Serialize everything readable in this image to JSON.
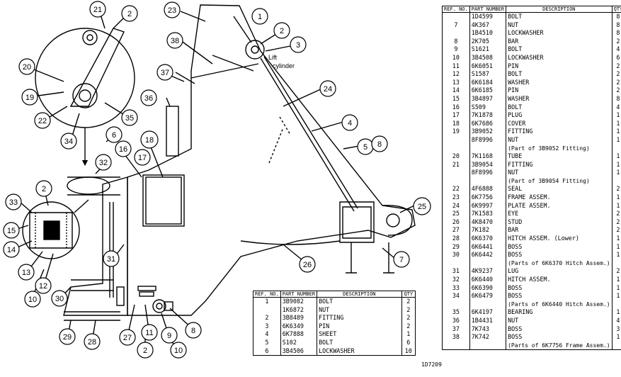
{
  "callouts": {
    "c1": "1",
    "c2a": "2",
    "c2b": "2",
    "c2c": "2",
    "c2d": "2",
    "c3": "3",
    "c4": "4",
    "c5": "5",
    "c6": "6",
    "c7": "7",
    "c8a": "8",
    "c8b": "8",
    "c9": "9",
    "c10a": "10",
    "c10b": "10",
    "c11": "11",
    "c12": "12",
    "c13": "13",
    "c14": "14",
    "c15": "15",
    "c16": "16",
    "c17": "17",
    "c18": "18",
    "c19": "19",
    "c20": "20",
    "c21": "21",
    "c22": "22",
    "c23": "23",
    "c24": "24",
    "c25": "25",
    "c26": "26",
    "c27": "27",
    "c28": "28",
    "c29": "29",
    "c30": "30",
    "c31": "31",
    "c32": "32",
    "c33": "33",
    "c34": "34",
    "c35": "35",
    "c36": "36",
    "c37": "37",
    "c38": "38"
  },
  "notes": {
    "cylinder_line1": "Lift",
    "cylinder_line2": "cylinder"
  },
  "table_headers": {
    "ref": "REF. NO.",
    "part": "PART NUMBER",
    "desc": "DESCRIPTION",
    "qty": "QTY"
  },
  "table_right_rows": [
    {
      "ref": "",
      "part": "1D4599",
      "desc": "BOLT",
      "qty": "8"
    },
    {
      "ref": "7",
      "part": "4K367",
      "desc": "NUT",
      "qty": "8"
    },
    {
      "ref": "",
      "part": "1B4510",
      "desc": "LOCKWASHER",
      "qty": "8"
    },
    {
      "ref": "8",
      "part": "2K705",
      "desc": "BAR",
      "qty": "2"
    },
    {
      "ref": "9",
      "part": "S1621",
      "desc": "BOLT",
      "qty": "4"
    },
    {
      "ref": "10",
      "part": "3B4508",
      "desc": "LOCKWASHER",
      "qty": "6"
    },
    {
      "ref": "11",
      "part": "6K6051",
      "desc": "PIN",
      "qty": "2"
    },
    {
      "ref": "12",
      "part": "S1587",
      "desc": "BOLT",
      "qty": "2"
    },
    {
      "ref": "13",
      "part": "6K6184",
      "desc": "WASHER",
      "qty": "2"
    },
    {
      "ref": "14",
      "part": "6K6185",
      "desc": "PIN",
      "qty": "2"
    },
    {
      "ref": "15",
      "part": "3B4897",
      "desc": "WASHER",
      "qty": "8"
    },
    {
      "ref": "16",
      "part": "S509",
      "desc": "BOLT",
      "qty": "4"
    },
    {
      "ref": "17",
      "part": "7K1878",
      "desc": "PLUG",
      "qty": "1"
    },
    {
      "ref": "18",
      "part": "6K7686",
      "desc": "COVER",
      "qty": "1"
    },
    {
      "ref": "19",
      "part": "3B9052",
      "desc": "FITTING",
      "qty": "1"
    },
    {
      "ref": "",
      "part": "8F8996",
      "desc": "NUT",
      "qty": "1"
    },
    {
      "ref": "",
      "part": "",
      "desc": "(Part of 3B9052 Fitting)",
      "qty": "",
      "note": true
    },
    {
      "ref": "20",
      "part": "7K1168",
      "desc": "TUBE",
      "qty": "1"
    },
    {
      "ref": "21",
      "part": "3B9054",
      "desc": "FITTING",
      "qty": "1"
    },
    {
      "ref": "",
      "part": "8F8996",
      "desc": "NUT",
      "qty": "1"
    },
    {
      "ref": "",
      "part": "",
      "desc": "(Part of 3B9054 Fitting)",
      "qty": "",
      "note": true
    },
    {
      "ref": "22",
      "part": "4F6888",
      "desc": "SEAL",
      "qty": "2"
    },
    {
      "ref": "23",
      "part": "6K7756",
      "desc": "FRAME ASSEM.",
      "qty": "1"
    },
    {
      "ref": "24",
      "part": "6K9997",
      "desc": "PLATE ASSEM.",
      "qty": "1"
    },
    {
      "ref": "25",
      "part": "7K1583",
      "desc": "EYE",
      "qty": "2"
    },
    {
      "ref": "26",
      "part": "4K8470",
      "desc": "STUD",
      "qty": "2"
    },
    {
      "ref": "27",
      "part": "7K182",
      "desc": "BAR",
      "qty": "2"
    },
    {
      "ref": "28",
      "part": "6K6370",
      "desc": "HITCH ASSEM. (Lower)",
      "qty": "1"
    },
    {
      "ref": "29",
      "part": "6K6441",
      "desc": "BOSS",
      "qty": "1"
    },
    {
      "ref": "30",
      "part": "6K6442",
      "desc": "BOSS",
      "qty": "1"
    },
    {
      "ref": "",
      "part": "",
      "desc": "(Parts of 6K6370 Hitch Assem.)",
      "qty": "",
      "note": true
    },
    {
      "ref": "31",
      "part": "4K9237",
      "desc": "LUG",
      "qty": "2"
    },
    {
      "ref": "32",
      "part": "6K6440",
      "desc": "HITCH ASSEM.",
      "qty": "1"
    },
    {
      "ref": "33",
      "part": "6K6390",
      "desc": "BOSS",
      "qty": "1"
    },
    {
      "ref": "34",
      "part": "6K6479",
      "desc": "BOSS",
      "qty": "1"
    },
    {
      "ref": "",
      "part": "",
      "desc": "(Parts of 6K6440 Hitch Assem.)",
      "qty": "",
      "note": true
    },
    {
      "ref": "35",
      "part": "6K4197",
      "desc": "BEARING",
      "qty": "1"
    },
    {
      "ref": "36",
      "part": "1B4431",
      "desc": "NUT",
      "qty": "4"
    },
    {
      "ref": "37",
      "part": "7K743",
      "desc": "BOSS",
      "qty": "3"
    },
    {
      "ref": "38",
      "part": "7K742",
      "desc": "BOSS",
      "qty": "1"
    },
    {
      "ref": "",
      "part": "",
      "desc": "(Parts of 6K7756 Frame Assem.)",
      "qty": "",
      "note": true
    }
  ],
  "table_bottom_rows": [
    {
      "ref": "1",
      "part": "3B9082",
      "desc": "BOLT",
      "qty": "2"
    },
    {
      "ref": "",
      "part": "1K6872",
      "desc": "NUT",
      "qty": "2"
    },
    {
      "ref": "2",
      "part": "3B8489",
      "desc": "FITTING",
      "qty": "2"
    },
    {
      "ref": "3",
      "part": "6K6349",
      "desc": "PIN",
      "qty": "2"
    },
    {
      "ref": "4",
      "part": "6K7888",
      "desc": "SHEET",
      "qty": "1"
    },
    {
      "ref": "5",
      "part": "S102",
      "desc": "BOLT",
      "qty": "6"
    },
    {
      "ref": "6",
      "part": "3B4506",
      "desc": "LOCKWASHER",
      "qty": "10"
    }
  ],
  "drawing_number": "1D7209"
}
